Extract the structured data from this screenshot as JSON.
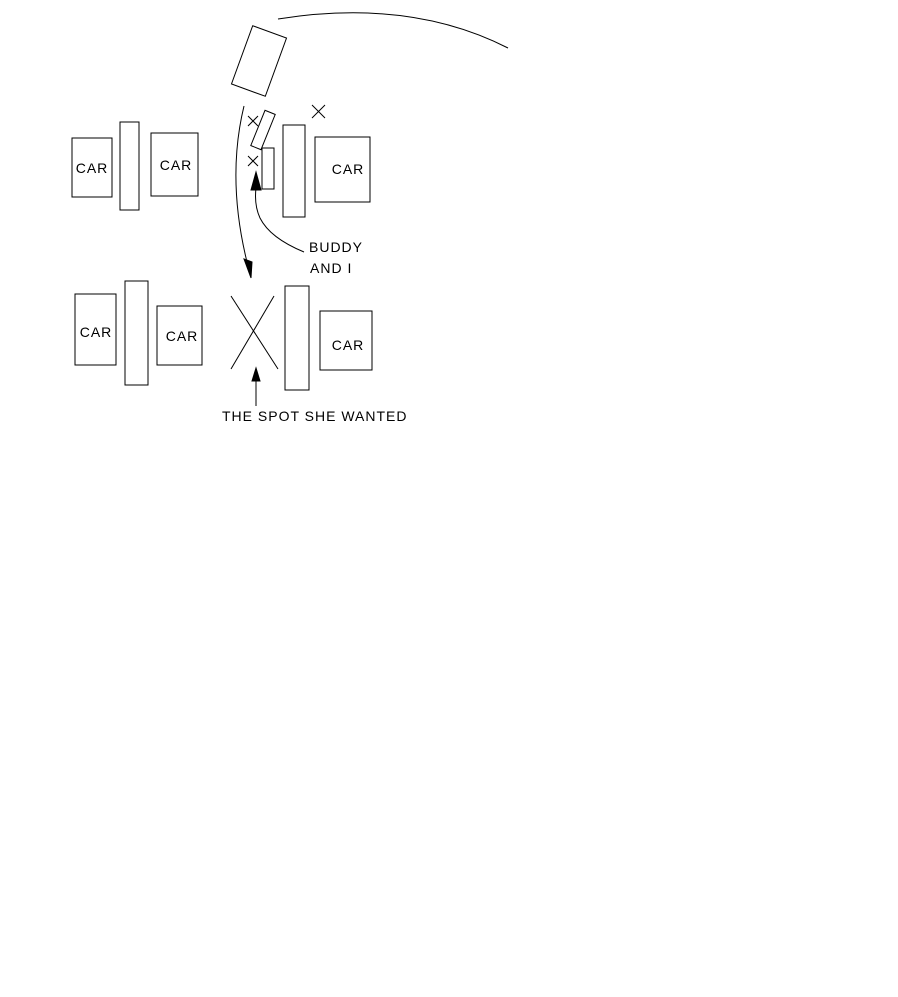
{
  "labels": {
    "car": "CAR",
    "buddy_line1": "BUDDY",
    "buddy_line2": "AND I",
    "spot": "THE SPOT SHE WANTED"
  },
  "colors": {
    "background": "#ffffff",
    "ink": "#000000"
  }
}
